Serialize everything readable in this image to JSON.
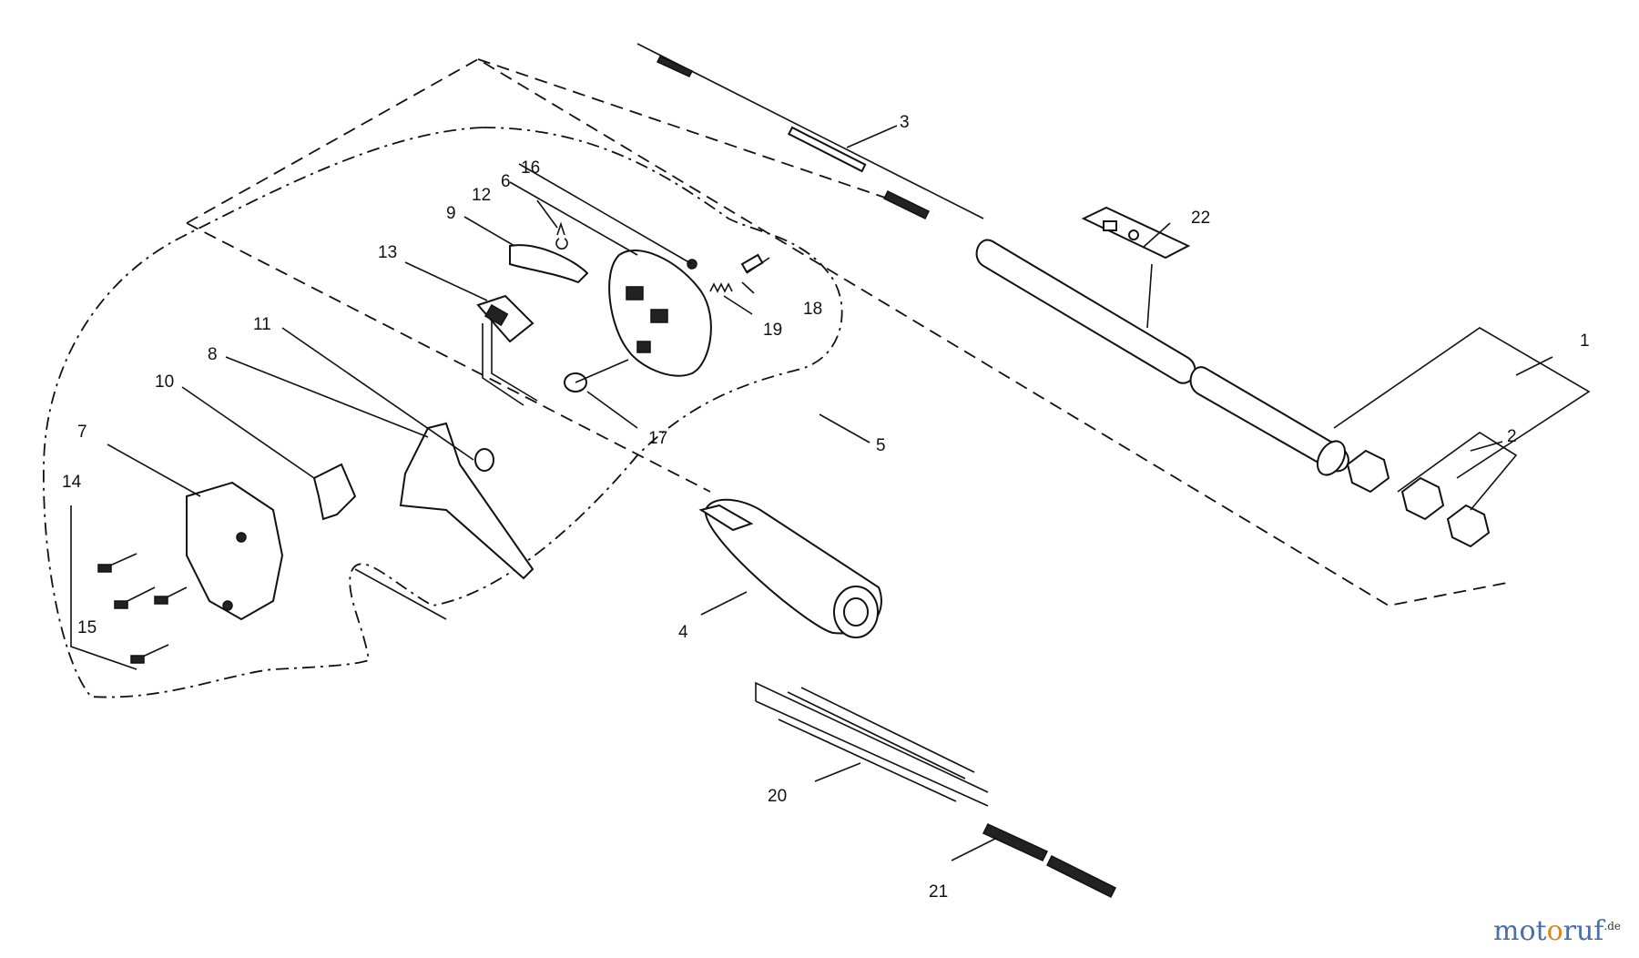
{
  "diagram": {
    "labels": [
      "1",
      "2",
      "3",
      "4",
      "5",
      "6",
      "7",
      "8",
      "9",
      "10",
      "11",
      "12",
      "13",
      "14",
      "15",
      "16",
      "17",
      "18",
      "19",
      "20",
      "21",
      "22"
    ]
  },
  "watermark": {
    "part1": "mot",
    "part2": "o",
    "part3": "ruf",
    "suffix": ".de"
  }
}
